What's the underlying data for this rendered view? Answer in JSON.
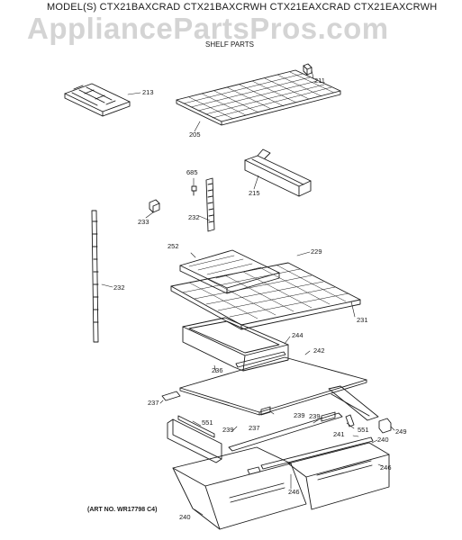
{
  "header": {
    "models": "MODEL(S) CTX21BAXCRAD CTX21BAXCRWH CTX21EAXCRAD CTX21EAXCRWH",
    "watermark": "AppliancePartsPros.com",
    "subtitle": "SHELF PARTS"
  },
  "footer": {
    "art_number": "(ART NO. WR17798 C4)"
  },
  "callouts": [
    "213",
    "211",
    "205",
    "685",
    "215",
    "233",
    "232",
    "232",
    "252",
    "229",
    "231",
    "244",
    "242",
    "236",
    "237",
    "551",
    "239",
    "237",
    "239",
    "239",
    "551",
    "249",
    "241",
    "240",
    "246",
    "246",
    "240"
  ]
}
